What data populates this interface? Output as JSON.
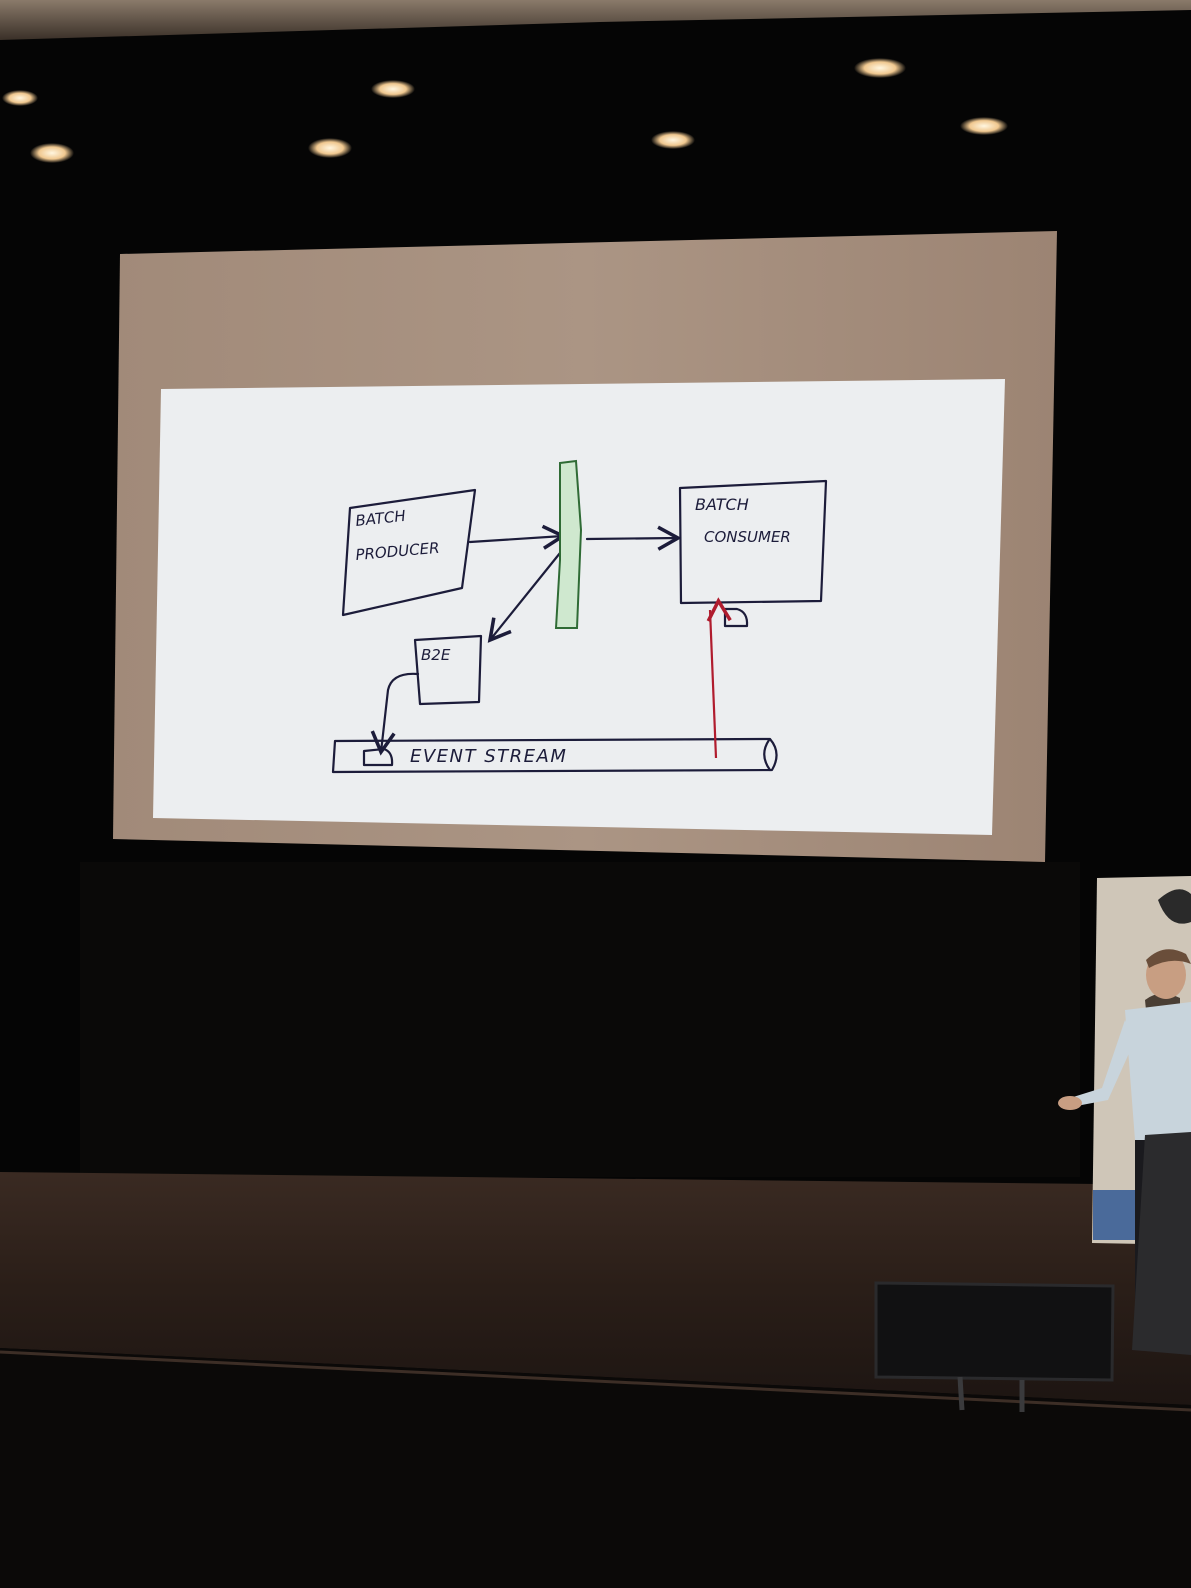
{
  "slide": {
    "producer_label_line1": "BATCH",
    "producer_label_line2": "PRODUCER",
    "consumer_label_line1": "BATCH",
    "consumer_label_line2": "CONSUMER",
    "b2e_label": "B2E",
    "stream_label": "EVENT STREAM"
  },
  "colors": {
    "ink": "#1c1c3a",
    "pipe_fill": "#cfe8cf",
    "pipe_stroke": "#2f6b35",
    "red_arrow": "#b01c2e",
    "slide_bg": "#eceef0",
    "screen_surround": "#a48d7c"
  }
}
